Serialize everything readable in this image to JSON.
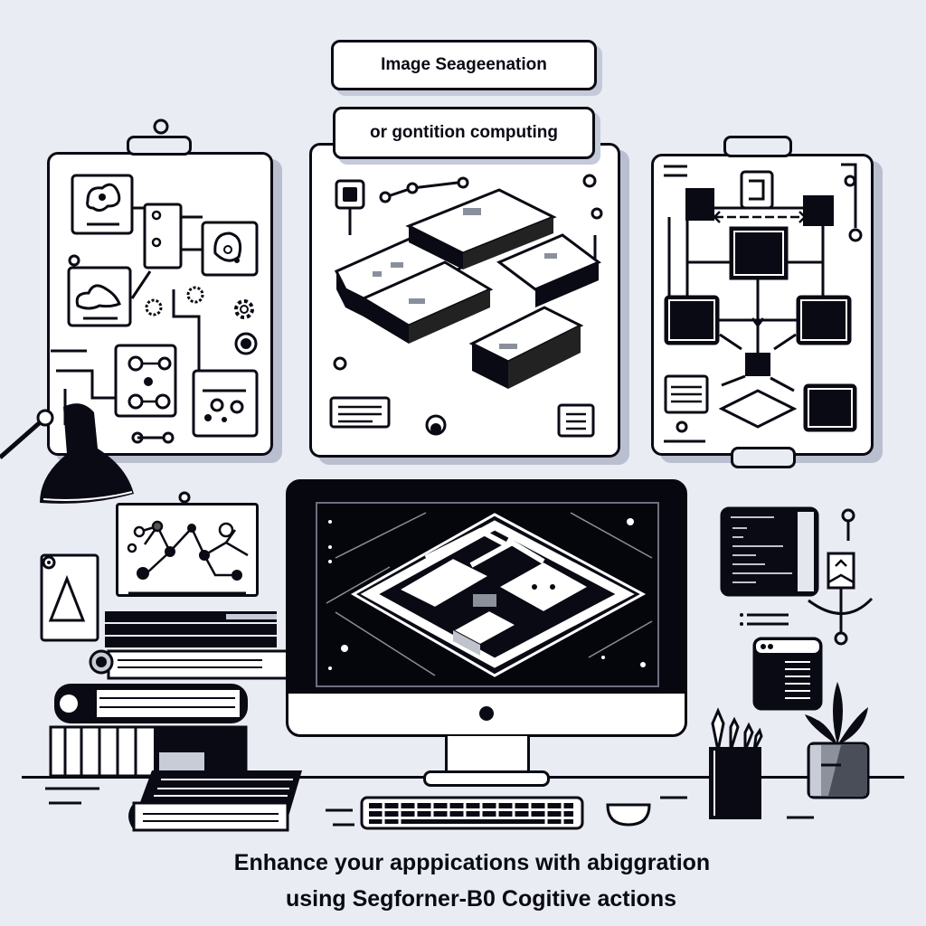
{
  "header": {
    "title_line1": "Image Seageenation",
    "title_line2": "or gontition computing"
  },
  "caption": {
    "line1": "Enhance your apppications with abiggration",
    "line2": "using Segforner-B0 Cogitive actions"
  },
  "scene": {
    "left_board": "segmentation-diagram-clipboard",
    "center_board": "isometric-maze-blocks-panel",
    "right_board": "flowchart-clipboard",
    "monitor": "desktop-monitor-with-isometric-maze",
    "desk_items": [
      "desk-lamp",
      "book-stack",
      "keyboard",
      "mouse",
      "pencil-cup",
      "potted-plant",
      "code-window",
      "browser-window"
    ]
  },
  "colors": {
    "background": "#e9ecf3",
    "ink": "#0a0a14",
    "panel": "#ffffff",
    "shadow": "#b9bfcf"
  }
}
